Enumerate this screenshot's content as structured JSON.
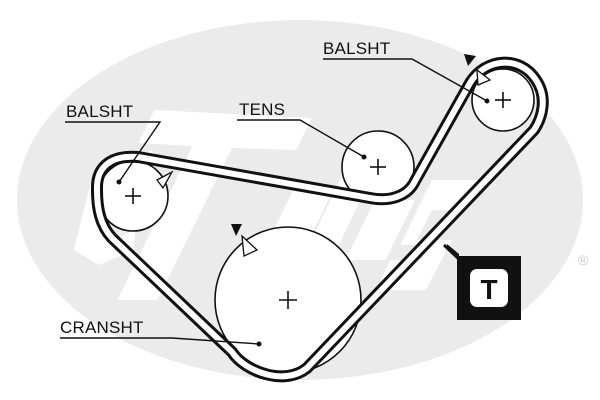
{
  "diagram": {
    "labels": {
      "balsht_top": "BALSHT",
      "balsht_left": "BALSHT",
      "tens": "TENS",
      "cransht": "CRANSHT"
    },
    "badge_letter": "T",
    "watermark": "Gates",
    "registered_mark": "®",
    "colors": {
      "ink": "#111111",
      "watermark": "#ebebeb",
      "background": "#ffffff"
    }
  }
}
